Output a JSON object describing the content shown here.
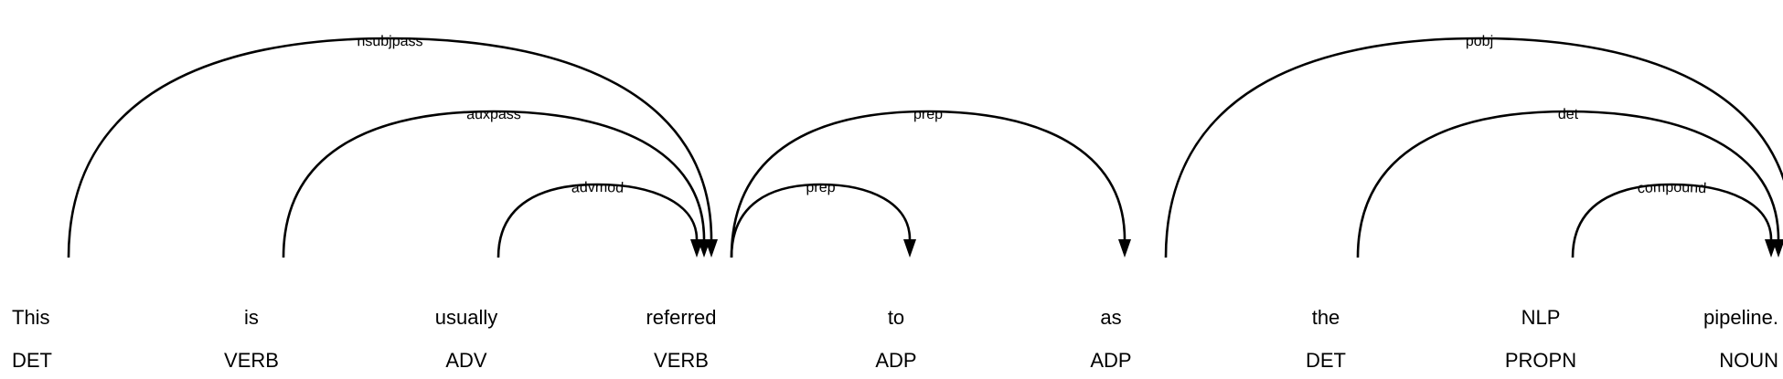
{
  "tokens": [
    {
      "word": "This",
      "tag": "DET"
    },
    {
      "word": "is",
      "tag": "VERB"
    },
    {
      "word": "usually",
      "tag": "ADV"
    },
    {
      "word": "referred",
      "tag": "VERB"
    },
    {
      "word": "to",
      "tag": "ADP"
    },
    {
      "word": "as",
      "tag": "ADP"
    },
    {
      "word": "the",
      "tag": "DET"
    },
    {
      "word": "NLP",
      "tag": "PROPN"
    },
    {
      "word": "pipeline.",
      "tag": "NOUN"
    }
  ],
  "arcs": [
    {
      "label": "nsubjpass",
      "start": 0,
      "end": 3,
      "dir": "left"
    },
    {
      "label": "auxpass",
      "start": 1,
      "end": 3,
      "dir": "left"
    },
    {
      "label": "advmod",
      "start": 2,
      "end": 3,
      "dir": "left"
    },
    {
      "label": "prep",
      "start": 3,
      "end": 4,
      "dir": "right"
    },
    {
      "label": "prep",
      "start": 3,
      "end": 5,
      "dir": "right"
    },
    {
      "label": "pobj",
      "start": 5,
      "end": 8,
      "dir": "right"
    },
    {
      "label": "det",
      "start": 6,
      "end": 8,
      "dir": "left"
    },
    {
      "label": "compound",
      "start": 7,
      "end": 8,
      "dir": "left"
    }
  ],
  "colors": {
    "stroke": "#000000",
    "text": "#000000",
    "background": "#ffffff"
  }
}
